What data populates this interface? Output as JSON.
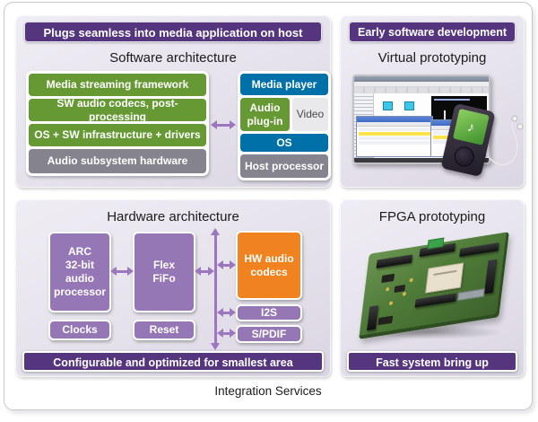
{
  "integration_label": "Integration Services",
  "software": {
    "header": "Plugs seamless into media application on host",
    "title": "Software architecture",
    "host_stack": [
      "Media streaming framework",
      "SW audio codecs, post-processing",
      "OS + SW infrastructure + drivers",
      "Audio subsystem hardware"
    ],
    "app_stack": {
      "media_player": "Media player",
      "audio_plugin": "Audio\nplug-in",
      "video": "Video",
      "os": "OS",
      "host_processor": "Host processor"
    }
  },
  "virtual": {
    "header": "Early software development",
    "title": "Virtual prototyping",
    "music_note_icon": "♪"
  },
  "hardware": {
    "title": "Hardware architecture",
    "footer": "Configurable and optimized for smallest area",
    "boxes": {
      "processor": "ARC\n32-bit\naudio\nprocessor",
      "fifo": "Flex\nFiFo",
      "hw_codecs": "HW audio\ncodecs",
      "clocks": "Clocks",
      "reset": "Reset",
      "i2s": "I2S",
      "spdif": "S/PDIF"
    }
  },
  "fpga": {
    "title": "FPGA prototyping",
    "footer": "Fast system bring up"
  },
  "colors": {
    "header_purple": "#54357E",
    "green": "#669933",
    "blue": "#0071A8",
    "gray": "#85848E",
    "video_bg": "#E9E8EB",
    "purple_box": "#9577B6",
    "orange": "#F0831F",
    "arrow": "#9C77BE",
    "panel_top": "#EFEDF4",
    "panel_bottom": "#DAD5E2"
  }
}
